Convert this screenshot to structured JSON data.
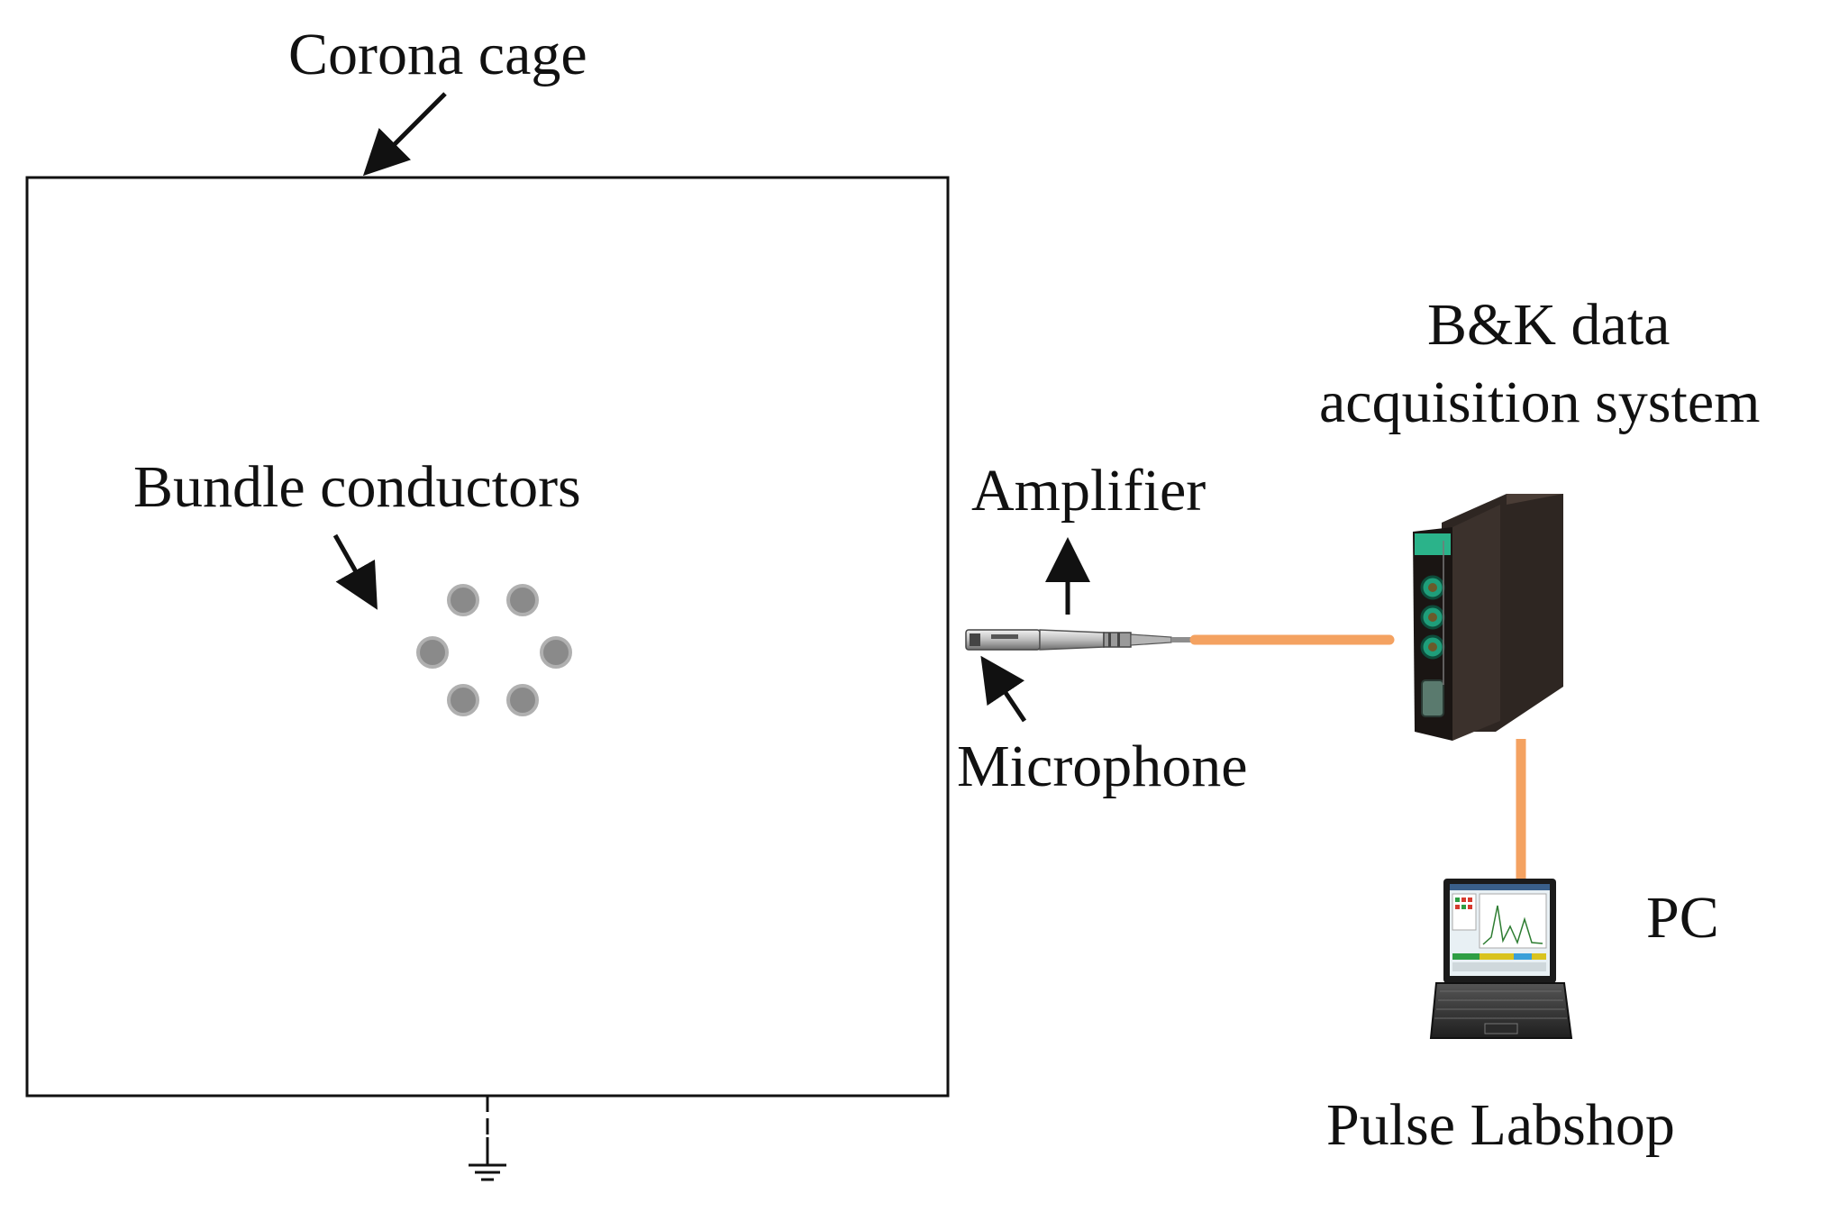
{
  "labels": {
    "corona_cage": "Corona cage",
    "bundle_conductors": "Bundle conductors",
    "amplifier": "Amplifier",
    "microphone": "Microphone",
    "bk_line1": "B&K data",
    "bk_line2": "acquisition system",
    "pc": "PC",
    "pulse_labshop": "Pulse Labshop"
  },
  "bundle": {
    "conductor_count": 6
  },
  "colors": {
    "cable": "#f4a261",
    "conductor": "#8a8a8a",
    "conductor_edge": "#b0b0b0",
    "outline": "#111111",
    "device_body": "#2e2622",
    "device_panel": "#1f9e7a",
    "screen": "#e8f0f4"
  },
  "icons": {
    "microphone": "microphone-icon",
    "daq": "daq-device-icon",
    "laptop": "laptop-icon",
    "ground": "ground-icon"
  }
}
